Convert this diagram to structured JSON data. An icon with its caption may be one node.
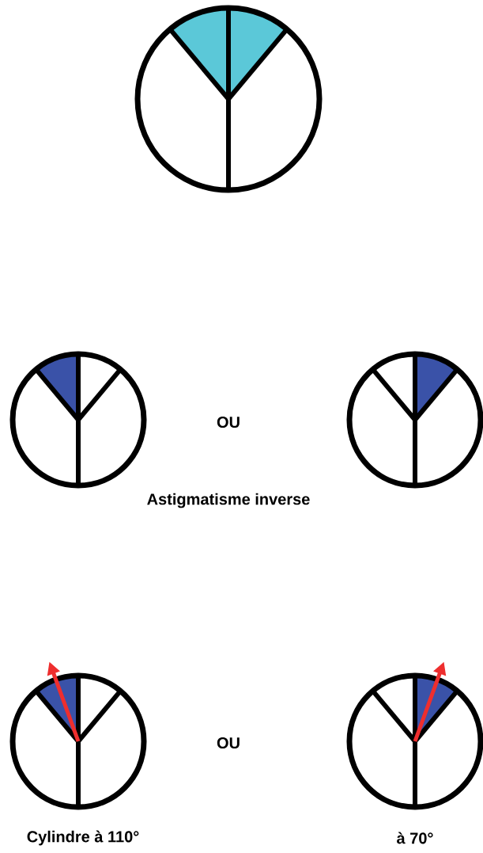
{
  "diagram": {
    "labels": [
      "OU",
      "Astigmatisme inverse",
      "OU",
      "Cylindre à 110°",
      "à 70°"
    ]
  }
}
